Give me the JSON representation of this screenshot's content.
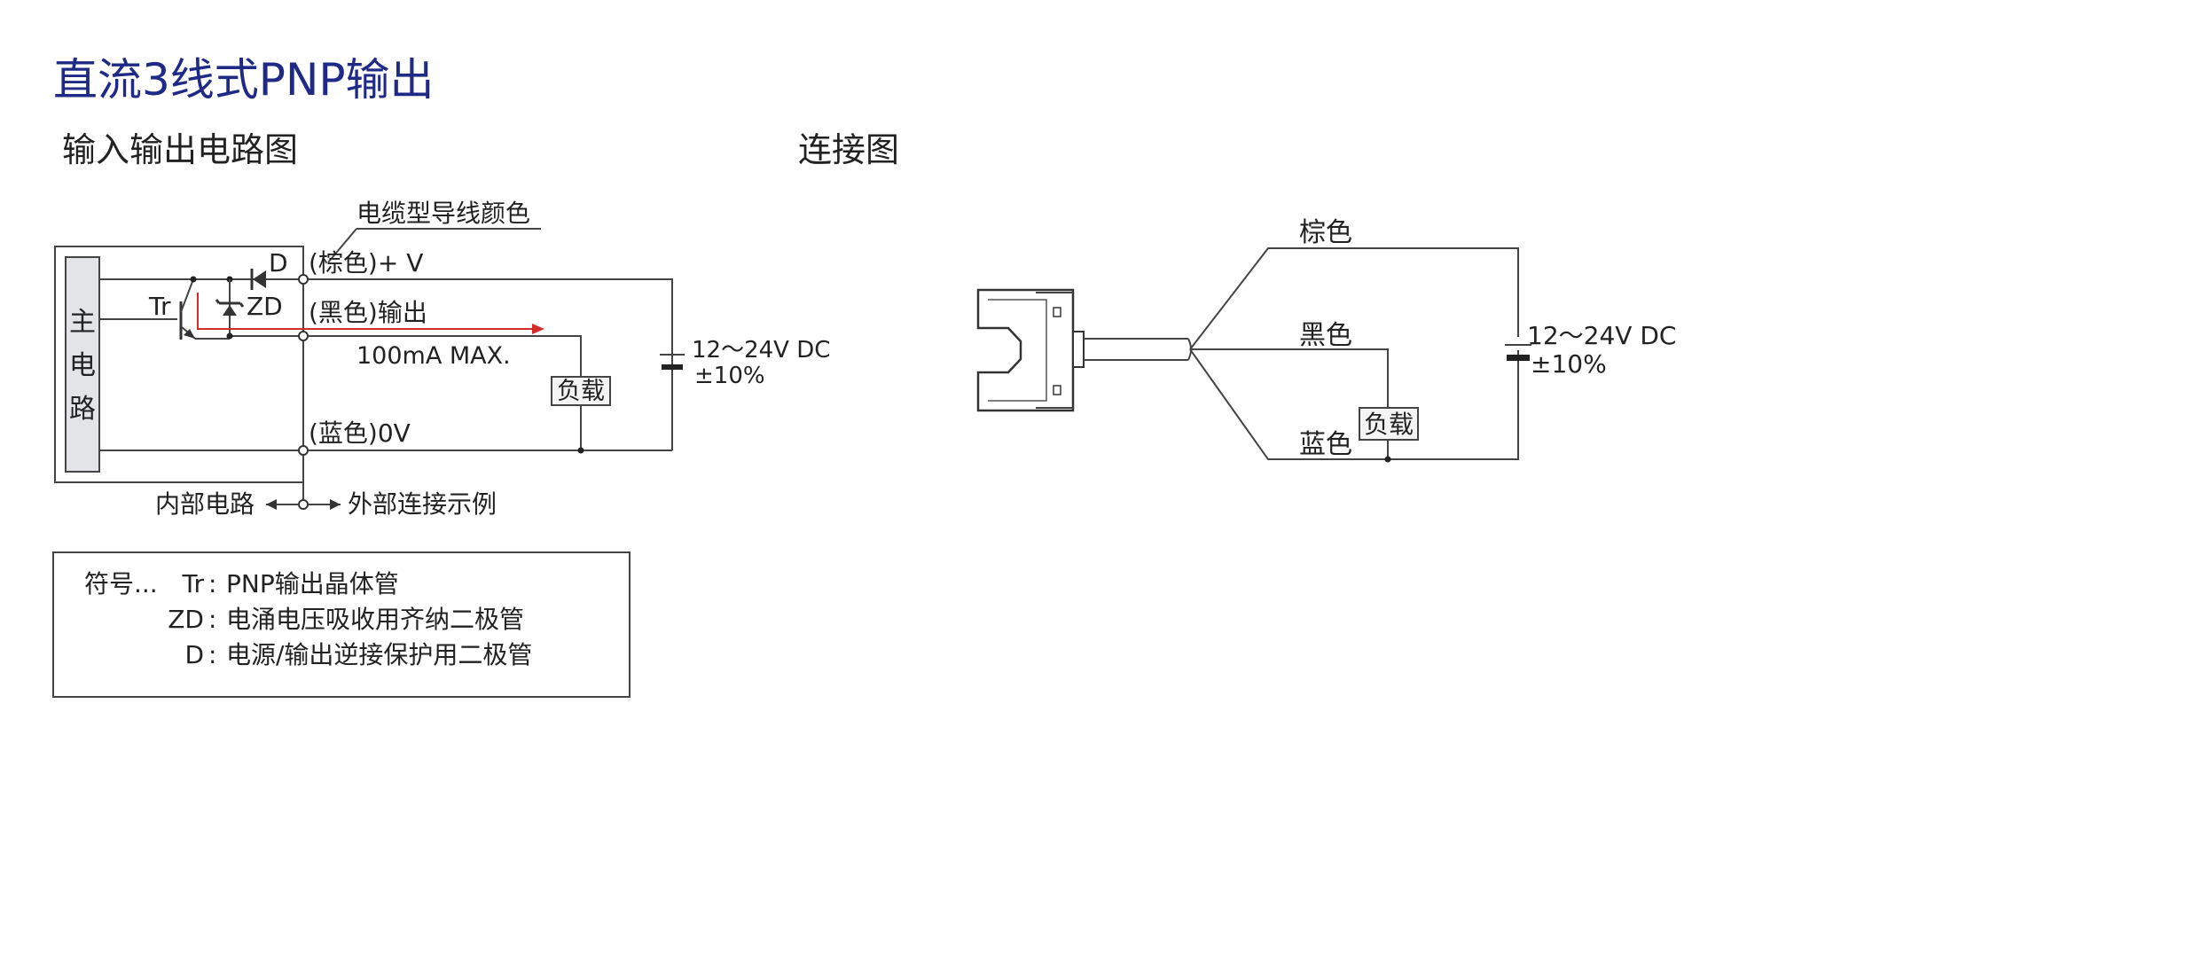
{
  "title": "直流3线式PNP输出",
  "left_section": {
    "heading": "输入输出电路图",
    "cable_color_note": "电缆型导线颜色",
    "main_circuit": [
      "主",
      "电",
      "路"
    ],
    "labels": {
      "brown_plus_v": "(棕色)+ V",
      "black_output": "(黑色)输出",
      "blue_0v": "(蓝色)0V",
      "max_current": "100mA MAX.",
      "load": "负载",
      "supply_voltage": "12～24V DC",
      "supply_tolerance": "±10%",
      "tr": "Tr",
      "zd": "ZD",
      "d": "D",
      "internal": "内部电路",
      "external": "外部连接示例"
    }
  },
  "legend": {
    "prefix": "符号...",
    "items": [
      {
        "symbol": "Tr",
        "desc": "PNP输出晶体管"
      },
      {
        "symbol": "ZD",
        "desc": "电涌电压吸收用齐纳二极管"
      },
      {
        "symbol": "D",
        "desc": "电源/输出逆接保护用二极管"
      }
    ]
  },
  "right_section": {
    "heading": "连接图",
    "brown": "棕色",
    "black": "黑色",
    "blue": "蓝色",
    "load": "负载",
    "supply_voltage": "12～24V DC",
    "supply_tolerance": "±10%"
  },
  "colors": {
    "title": "#1f2a86",
    "current_arrow": "#d42a2a",
    "main_block_fill": "#e2e4e8"
  }
}
